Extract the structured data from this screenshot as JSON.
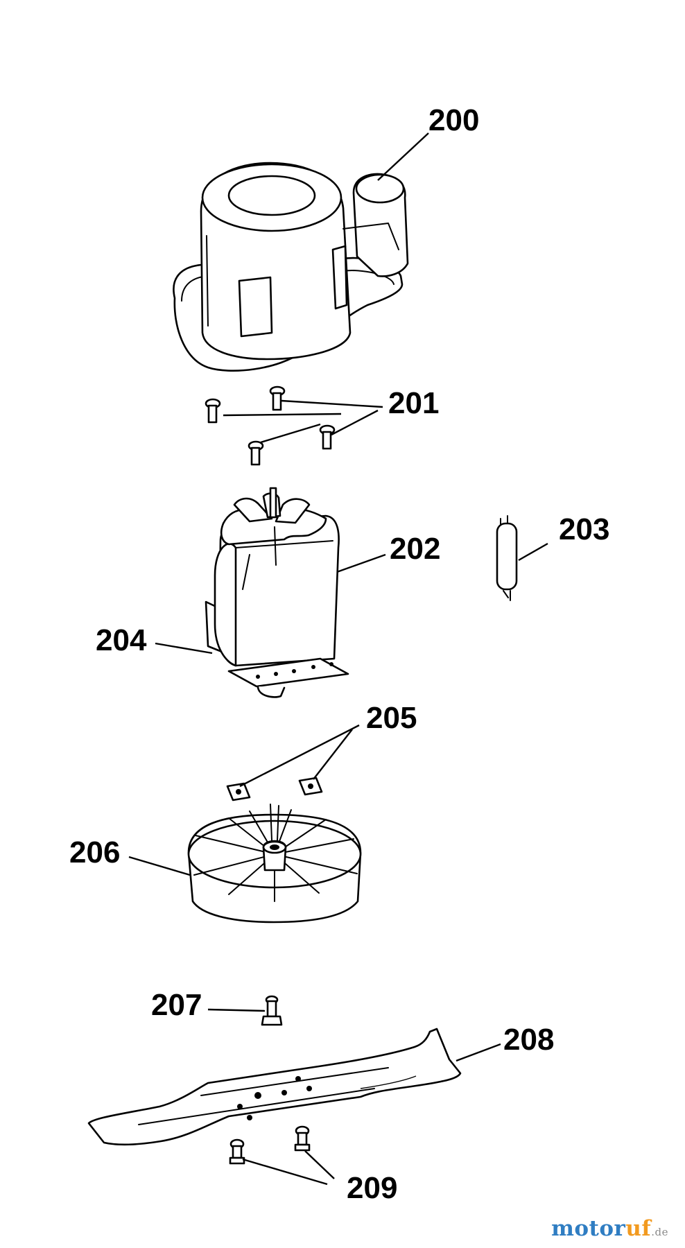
{
  "diagram": {
    "labels": {
      "p200": "200",
      "p201": "201",
      "p202": "202",
      "p203": "203",
      "p204": "204",
      "p205": "205",
      "p206": "206",
      "p207": "207",
      "p208": "208",
      "p209": "209"
    }
  },
  "watermark": {
    "part1": "motor",
    "part2": "uf",
    "part3": ".de"
  }
}
